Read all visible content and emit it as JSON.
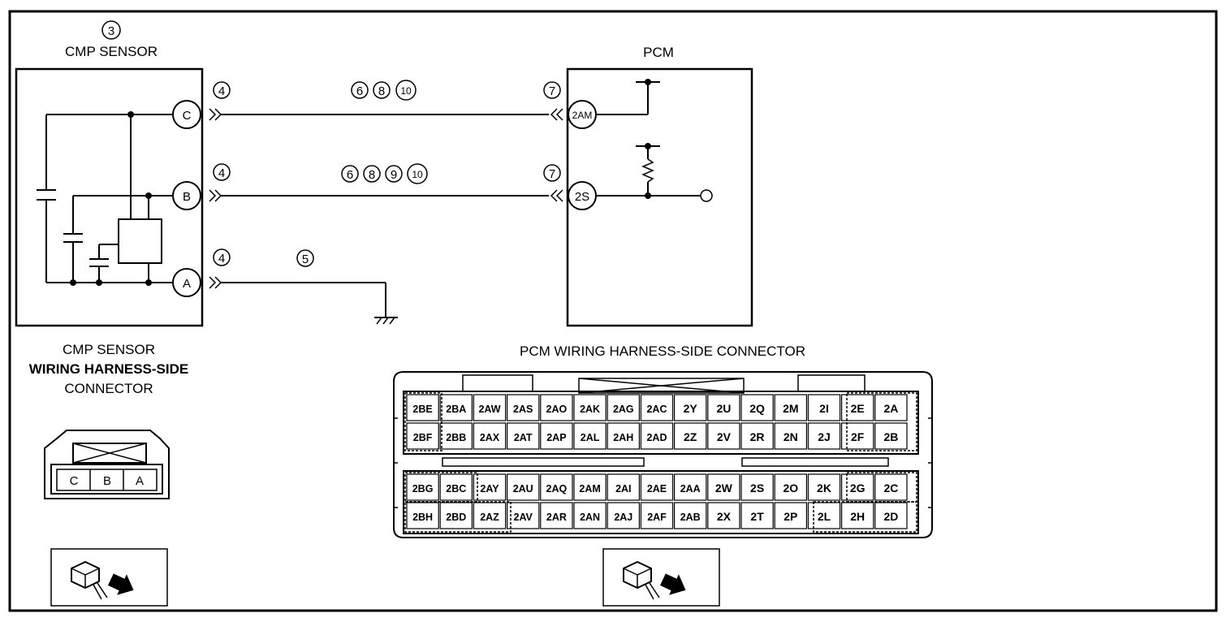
{
  "cmp": {
    "callout": "3",
    "title": "CMP SENSOR",
    "pins": [
      "C",
      "B",
      "A"
    ],
    "connector_title": [
      "CMP SENSOR",
      "WIRING HARNESS-SIDE",
      "CONNECTOR"
    ],
    "connector_pins": [
      "C",
      "B",
      "A"
    ]
  },
  "pcm": {
    "title": "PCM",
    "pin_top": "2AM",
    "pin_mid": "2S"
  },
  "callouts": {
    "c4": "4",
    "c5": "5",
    "c6": "6",
    "c7": "7",
    "c8": "8",
    "c9": "9",
    "c10": "10"
  },
  "pcm_connector": {
    "title": "PCM WIRING HARNESS-SIDE CONNECTOR",
    "upper_row1": [
      "2BE",
      "2BA",
      "2AW",
      "2AS",
      "2AO",
      "2AK",
      "2AG",
      "2AC",
      "2Y",
      "2U",
      "2Q",
      "2M",
      "2I",
      "2E",
      "2A"
    ],
    "upper_row2": [
      "2BF",
      "2BB",
      "2AX",
      "2AT",
      "2AP",
      "2AL",
      "2AH",
      "2AD",
      "2Z",
      "2V",
      "2R",
      "2N",
      "2J",
      "2F",
      "2B"
    ],
    "lower_row1": [
      "2BG",
      "2BC",
      "2AY",
      "2AU",
      "2AQ",
      "2AM",
      "2AI",
      "2AE",
      "2AA",
      "2W",
      "2S",
      "2O",
      "2K",
      "2G",
      "2C"
    ],
    "lower_row2": [
      "2BH",
      "2BD",
      "2AZ",
      "2AV",
      "2AR",
      "2AN",
      "2AJ",
      "2AF",
      "2AB",
      "2X",
      "2T",
      "2P",
      "2L",
      "2H",
      "2D"
    ]
  }
}
